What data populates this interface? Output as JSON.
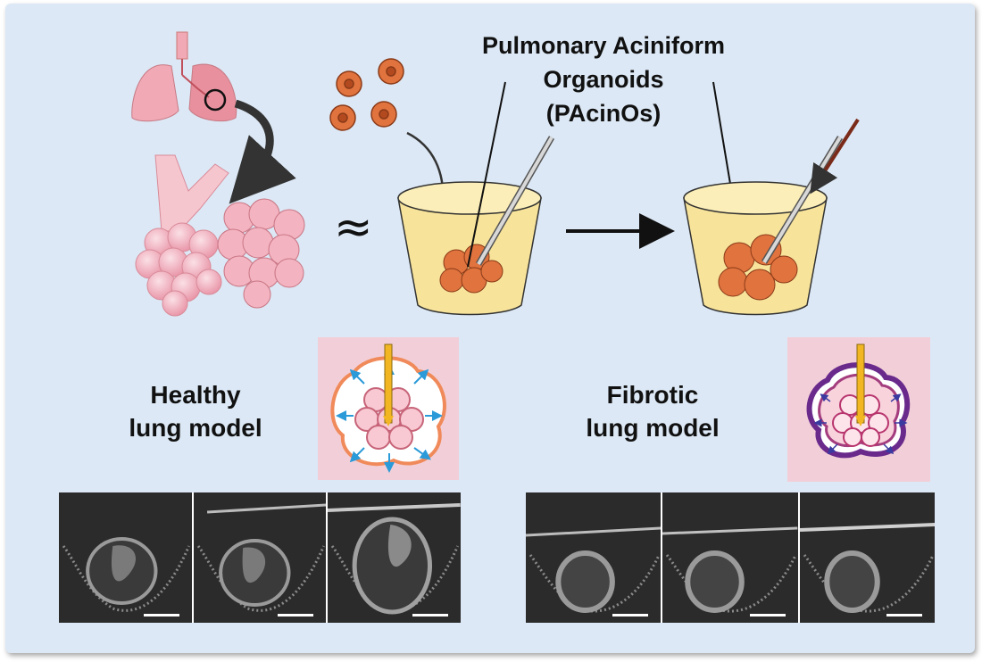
{
  "title": {
    "line1": "Pulmonary Aciniform",
    "line2": "Organoids",
    "line3": "(PAcinOs)"
  },
  "approx_symbol": "≈",
  "healthy": {
    "line1": "Healthy",
    "line2": "lung model"
  },
  "fibrotic": {
    "line1": "Fibrotic",
    "line2": "lung model"
  },
  "colors": {
    "background": "#dce8f5",
    "lung": "#f0a9b5",
    "alveoli": "#f3b9c4",
    "organoid": "#e0733e",
    "cup": "#f7e39a",
    "schematic_bg": "#f2cfd8",
    "healthy_outline": "#f08a5a",
    "fibrotic_outline": "#6a2a8c",
    "arrows_blue": "#2a9ad8",
    "needle_arrow": "#f2b622",
    "needle_dark_arrow": "#7a2a18"
  }
}
